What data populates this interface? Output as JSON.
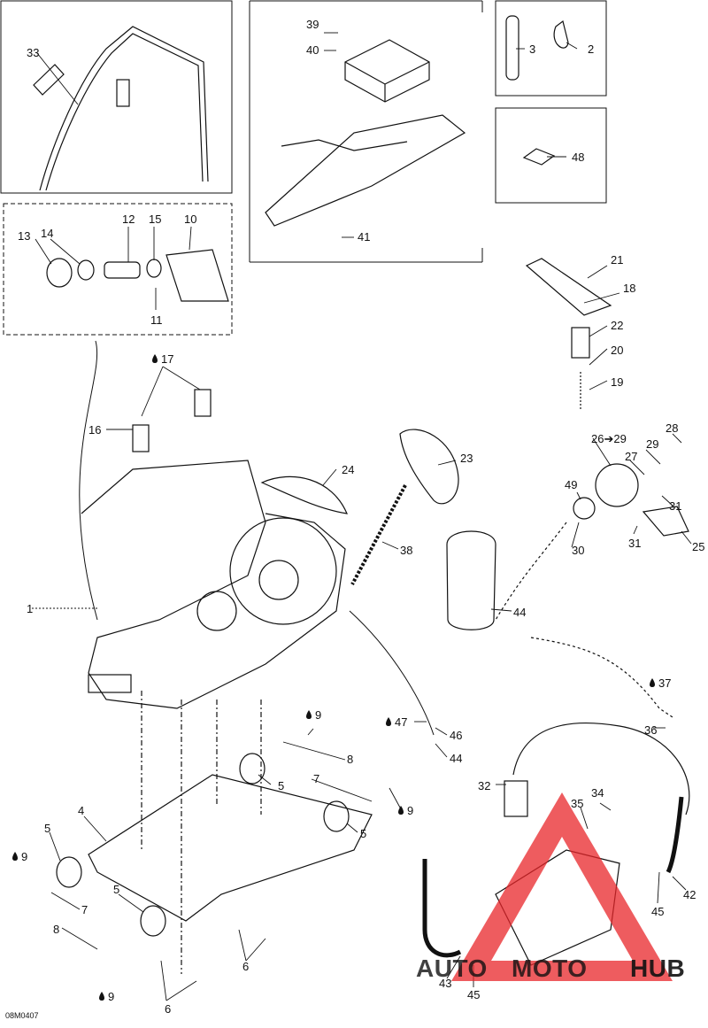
{
  "diagram_code": "08M0407",
  "watermark": {
    "part1": "AUTO",
    "part2": "MOTO",
    "part3": "HUB",
    "color_orange": "#f5a623",
    "color_red": "#e8262a",
    "color_gray": "#8a8a8a"
  },
  "callouts": [
    {
      "id": "c33",
      "text": "33"
    },
    {
      "id": "c39",
      "text": "39"
    },
    {
      "id": "c40",
      "text": "40"
    },
    {
      "id": "c41",
      "text": "41"
    },
    {
      "id": "c3",
      "text": "3"
    },
    {
      "id": "c2",
      "text": "2"
    },
    {
      "id": "c48",
      "text": "48"
    },
    {
      "id": "c13",
      "text": "13"
    },
    {
      "id": "c14",
      "text": "14"
    },
    {
      "id": "c12",
      "text": "12"
    },
    {
      "id": "c15",
      "text": "15"
    },
    {
      "id": "c10",
      "text": "10"
    },
    {
      "id": "c11",
      "text": "11"
    },
    {
      "id": "c21",
      "text": "21"
    },
    {
      "id": "c18",
      "text": "18"
    },
    {
      "id": "c22",
      "text": "22"
    },
    {
      "id": "c20",
      "text": "20"
    },
    {
      "id": "c19",
      "text": "19"
    },
    {
      "id": "c17",
      "text": "17",
      "drop": true
    },
    {
      "id": "c16",
      "text": "16"
    },
    {
      "id": "c26",
      "text": "26➔29"
    },
    {
      "id": "c28",
      "text": "28"
    },
    {
      "id": "c27",
      "text": "27"
    },
    {
      "id": "c29",
      "text": "29"
    },
    {
      "id": "c49",
      "text": "49"
    },
    {
      "id": "c31a",
      "text": "31"
    },
    {
      "id": "c31b",
      "text": "31"
    },
    {
      "id": "c30",
      "text": "30"
    },
    {
      "id": "c25",
      "text": "25"
    },
    {
      "id": "c24",
      "text": "24"
    },
    {
      "id": "c23",
      "text": "23"
    },
    {
      "id": "c38",
      "text": "38"
    },
    {
      "id": "c1",
      "text": "1"
    },
    {
      "id": "c44a",
      "text": "44"
    },
    {
      "id": "c37",
      "text": "37",
      "drop": true
    },
    {
      "id": "c36",
      "text": "36"
    },
    {
      "id": "c47",
      "text": "47",
      "drop": true
    },
    {
      "id": "c46",
      "text": "46"
    },
    {
      "id": "c44b",
      "text": "44"
    },
    {
      "id": "c9a",
      "text": "9",
      "drop": true
    },
    {
      "id": "c8a",
      "text": "8"
    },
    {
      "id": "c5a",
      "text": "5"
    },
    {
      "id": "c7a",
      "text": "7"
    },
    {
      "id": "c9b",
      "text": "9",
      "drop": true
    },
    {
      "id": "c5b",
      "text": "5"
    },
    {
      "id": "c32",
      "text": "32"
    },
    {
      "id": "c34",
      "text": "34"
    },
    {
      "id": "c35",
      "text": "35"
    },
    {
      "id": "c4",
      "text": "4"
    },
    {
      "id": "c5c",
      "text": "5"
    },
    {
      "id": "c9c",
      "text": "9",
      "drop": true
    },
    {
      "id": "c7b",
      "text": "7"
    },
    {
      "id": "c5d",
      "text": "5"
    },
    {
      "id": "c8b",
      "text": "8"
    },
    {
      "id": "c9d",
      "text": "9",
      "drop": true
    },
    {
      "id": "c6a",
      "text": "6"
    },
    {
      "id": "c6b",
      "text": "6"
    },
    {
      "id": "c42",
      "text": "42"
    },
    {
      "id": "c45a",
      "text": "45"
    },
    {
      "id": "c43",
      "text": "43"
    },
    {
      "id": "c45b",
      "text": "45"
    }
  ]
}
